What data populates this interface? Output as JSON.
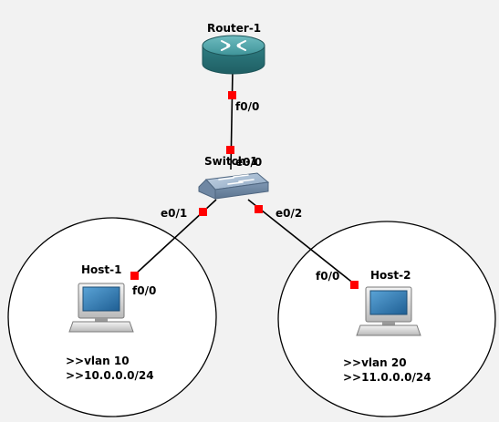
{
  "devices": {
    "router": {
      "name": "Router-1",
      "icon": "router-icon"
    },
    "switch": {
      "name": "Switch-1",
      "icon": "switch-icon"
    },
    "host1": {
      "name": "Host-1",
      "icon": "pc-icon"
    },
    "host2": {
      "name": "Host-2",
      "icon": "pc-icon"
    }
  },
  "links": {
    "router_switch": {
      "a_port": "f0/0",
      "b_port": "e0/0"
    },
    "switch_host1": {
      "a_port": "e0/1",
      "b_port": "f0/0"
    },
    "switch_host2": {
      "a_port": "e0/2",
      "b_port": "f0/0"
    }
  },
  "notes": {
    "host1": {
      "vlan": ">>vlan 10",
      "subnet": ">>10.0.0.0/24"
    },
    "host2": {
      "vlan": ">>vlan 20",
      "subnet": ">>11.0.0.0/24"
    }
  },
  "colors": {
    "background": "#f2f2f2",
    "link": "#000000",
    "port_marker": "#ff0000",
    "router_body": "#3a8a8e",
    "switch_body": "#8aa4bf"
  }
}
